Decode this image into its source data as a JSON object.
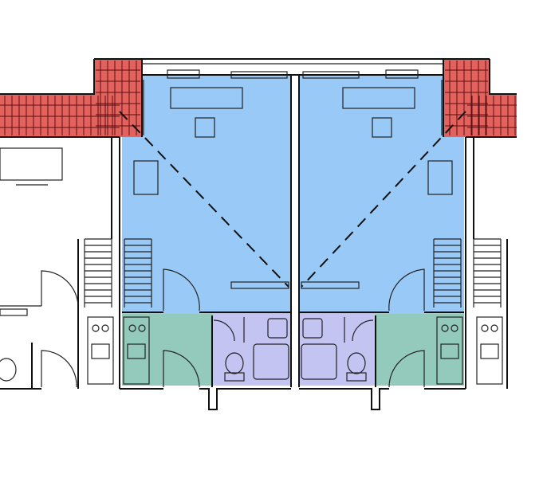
{
  "colors": {
    "living": "#99c9f6",
    "kitchen": "#93cabc",
    "bathroom": "#c4c4f2",
    "roof_overhang": "#e3625e",
    "linework": "#111111",
    "background": "#ffffff"
  },
  "units": [
    {
      "side": "left",
      "rooms": [
        "living",
        "kitchen",
        "bathroom"
      ]
    },
    {
      "side": "right",
      "rooms": [
        "living",
        "kitchen",
        "bathroom"
      ]
    }
  ]
}
